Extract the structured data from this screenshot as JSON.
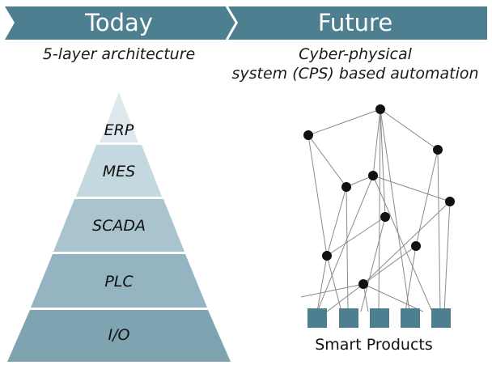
{
  "header": {
    "today_label": "Today",
    "future_label": "Future"
  },
  "today": {
    "subtitle": "5-layer architecture",
    "layers": [
      {
        "label": "ERP",
        "color": "#dfe9ed"
      },
      {
        "label": "MES",
        "color": "#c4d8df"
      },
      {
        "label": "SCADA",
        "color": "#a9c4ce"
      },
      {
        "label": "PLC",
        "color": "#93b4c0"
      },
      {
        "label": "I/O",
        "color": "#7ea3b1"
      }
    ]
  },
  "future": {
    "subtitle_line1": "Cyber-physical",
    "subtitle_line2": "system (CPS) based automation",
    "products_label": "Smart Products"
  },
  "colors": {
    "banner": "#4e7f91",
    "banner_light": "#6f97a6",
    "node": "#111111",
    "edge": "#8a8a8a",
    "product": "#4e7f91"
  }
}
